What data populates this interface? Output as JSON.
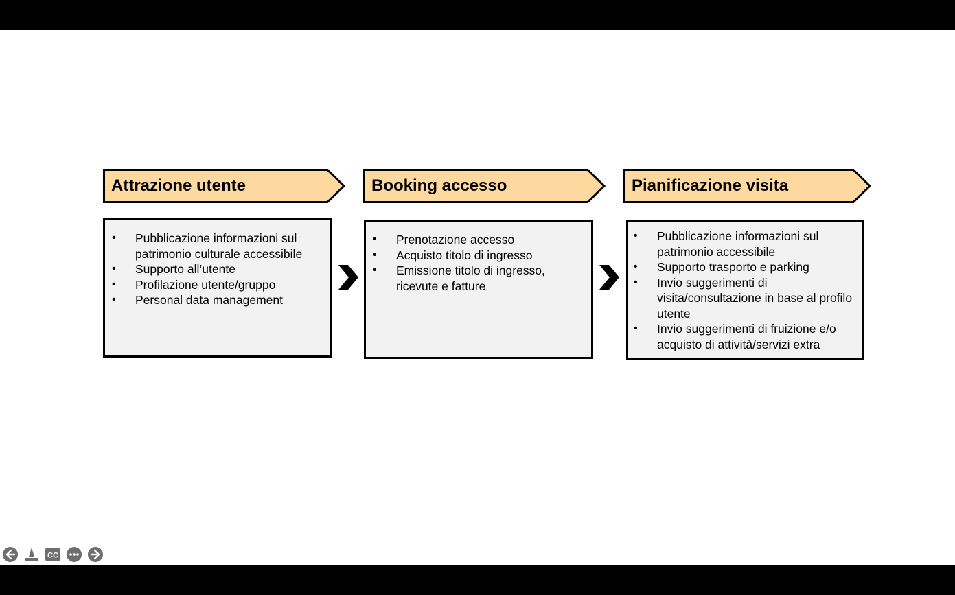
{
  "steps": [
    {
      "title": "Attrazione utente",
      "items": [
        "Pubblicazione informazioni sul patrimonio culturale accessibile",
        "Supporto all’utente",
        "Profilazione utente/gruppo",
        "Personal data management"
      ]
    },
    {
      "title": "Booking accesso",
      "items": [
        "Prenotazione accesso",
        "Acquisto titolo di ingresso",
        "Emissione titolo di ingresso, ricevute e fatture"
      ]
    },
    {
      "title": "Pianificazione visita",
      "items": [
        "Pubblicazione informazioni sul patrimonio accessibile",
        "Supporto trasporto e parking",
        "Invio suggerimenti di visita/consultazione in base al profilo utente",
        "Invio suggerimenti di fruizione e/o acquisto di attività/servizi extra"
      ]
    }
  ],
  "colors": {
    "header_fill": "#fdd9a0",
    "box_fill": "#f2f2f2",
    "control_fill": "#6e6e6e"
  },
  "controls": {
    "icons": [
      "arrow-left-icon",
      "pointer-icon",
      "captions-icon",
      "more-icon",
      "arrow-right-icon"
    ]
  }
}
